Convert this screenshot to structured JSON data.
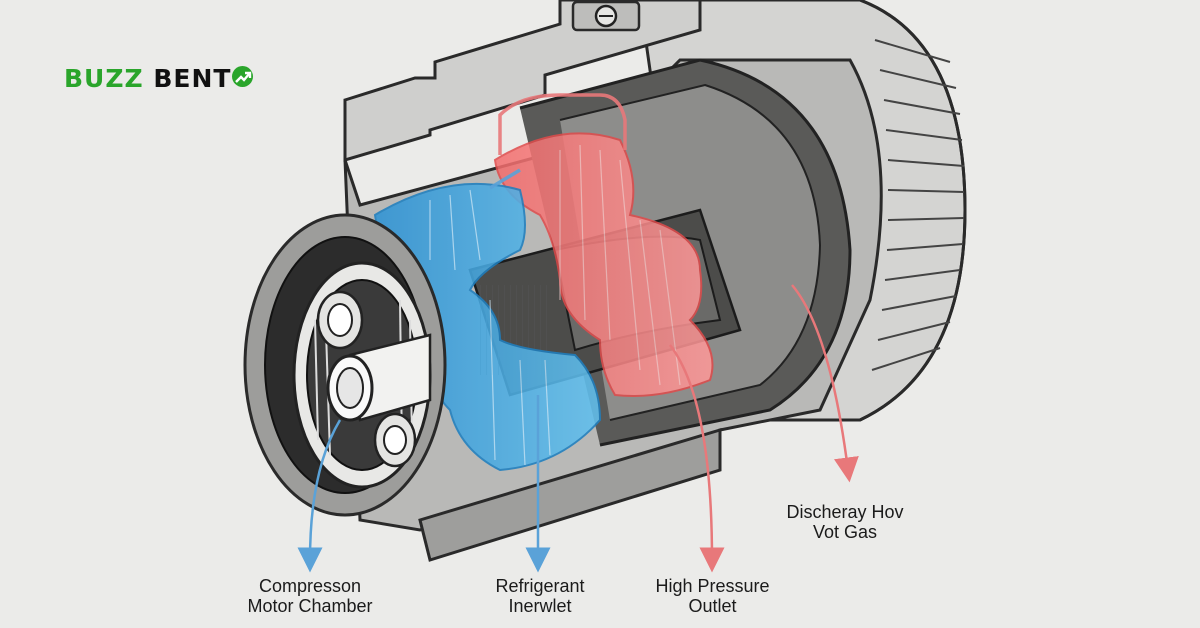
{
  "brand": {
    "part1": "BUZZ",
    "part2": "BENT",
    "accent": "#2aa52b"
  },
  "labels": {
    "compression": {
      "line1": "Compresson",
      "line2": "Motor Chamber"
    },
    "refrigerant": {
      "line1": "Refrigerant",
      "line2": "Inerwlet"
    },
    "high_pressure": {
      "line1": "High Pressure",
      "line2": "Outlet"
    },
    "discharge": {
      "line1": "Discheray  Hov",
      "line2": "Vot Gas"
    }
  },
  "colors": {
    "background": "#ebebe9",
    "cold": "#3ba3dc",
    "hot": "#ef5a5a",
    "arrow_cold": "#5aa2d8",
    "arrow_hot": "#e8787a"
  }
}
